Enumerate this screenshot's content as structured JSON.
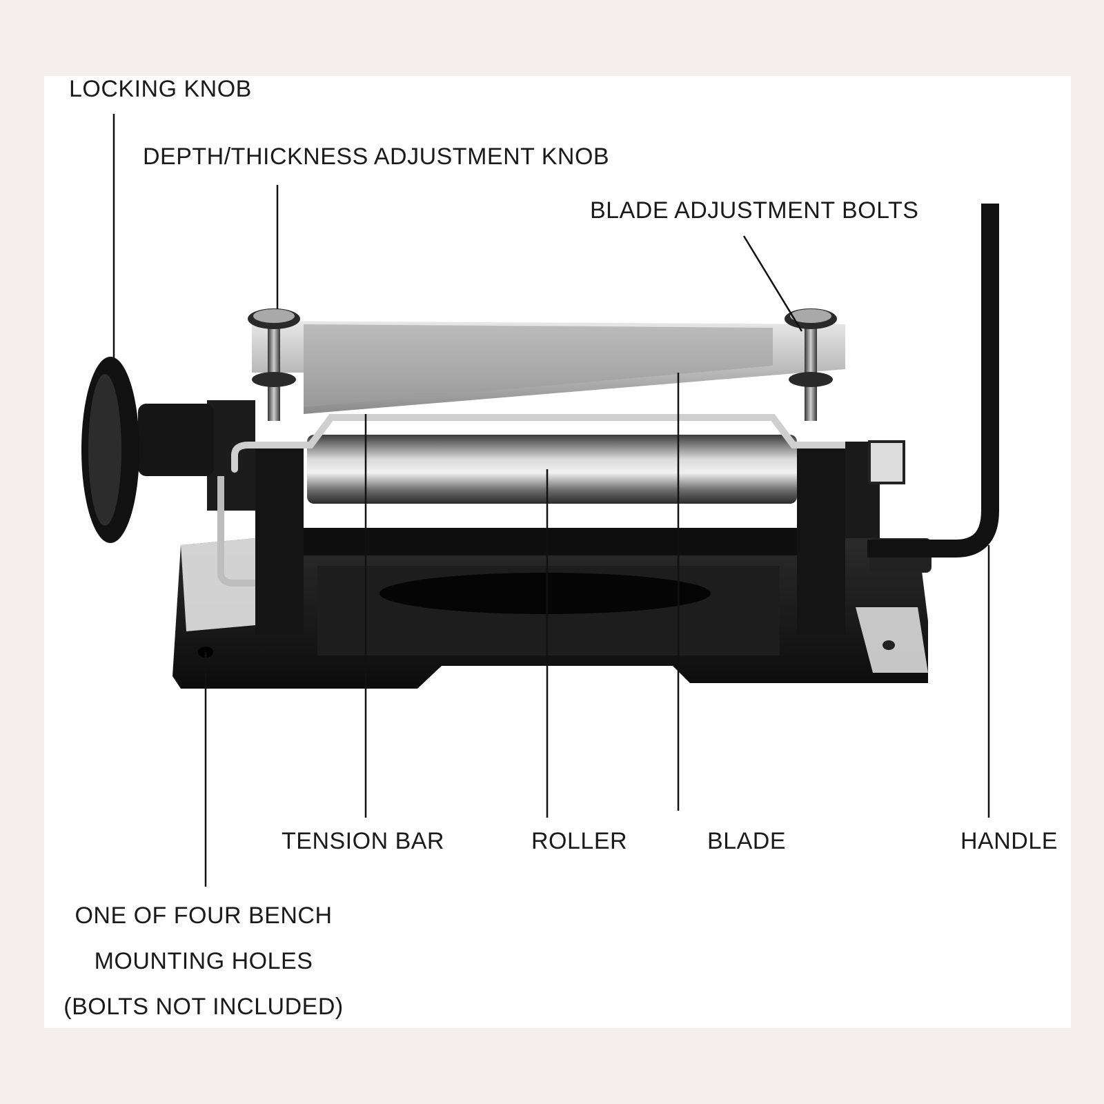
{
  "colors": {
    "background": "#f5eeee",
    "panel": "#ffffff",
    "ink": "#141414",
    "metal": "#9a9a9a"
  },
  "labels": {
    "locking_knob": "LOCKING KNOB",
    "depth_knob": "DEPTH/THICKNESS ADJUSTMENT KNOB",
    "blade_bolts": "BLADE ADJUSTMENT BOLTS",
    "tension_bar": "TENSION BAR",
    "roller": "ROLLER",
    "blade": "BLADE",
    "handle": "HANDLE",
    "mounting_line1": "ONE OF FOUR BENCH",
    "mounting_line2": "MOUNTING HOLES",
    "mounting_line3": "(BOLTS NOT INCLUDED)"
  }
}
